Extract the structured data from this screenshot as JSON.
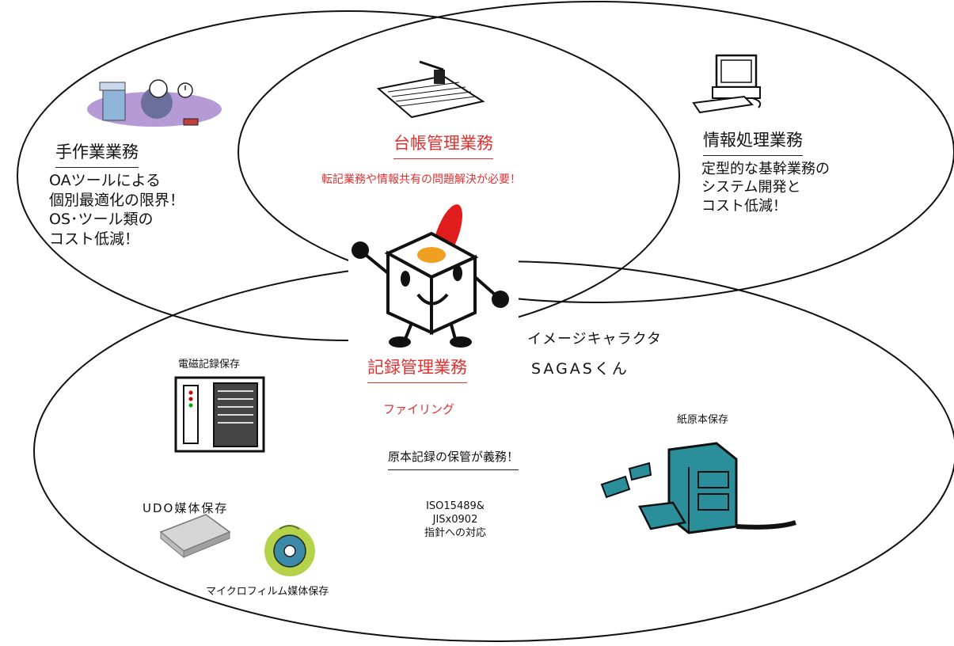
{
  "manual": {
    "title": "手作業業務",
    "lines": [
      "OAツールによる",
      "個別最適化の限界！",
      "OS･ツール類の",
      "コスト低減！"
    ]
  },
  "ledger": {
    "title": "台帳管理業務",
    "subtitle": "転記業務や情報共有の問題解決が必要！"
  },
  "info": {
    "title": "情報処理業務",
    "lines": [
      "定型的な基幹業務の",
      "システム開発と",
      "コスト低減！"
    ]
  },
  "character": {
    "line1": "イメージキャラクタ",
    "line2": "SAGASくん"
  },
  "records": {
    "title": "記録管理業務",
    "filing": "ファイリング",
    "duty": "原本記録の保管が義務！",
    "standard": [
      "ISO15489&",
      "JISx0902",
      "指針への対応"
    ]
  },
  "storage": {
    "electromagnetic": "電磁記録保存",
    "paper": "紙原本保存",
    "udo": "UDO媒体保存",
    "microfilm": "マイクロフィルム媒体保存"
  },
  "colors": {
    "accent_red": "#e03030",
    "cabinet_teal": "#2a8f9a",
    "outline": "#111111"
  }
}
